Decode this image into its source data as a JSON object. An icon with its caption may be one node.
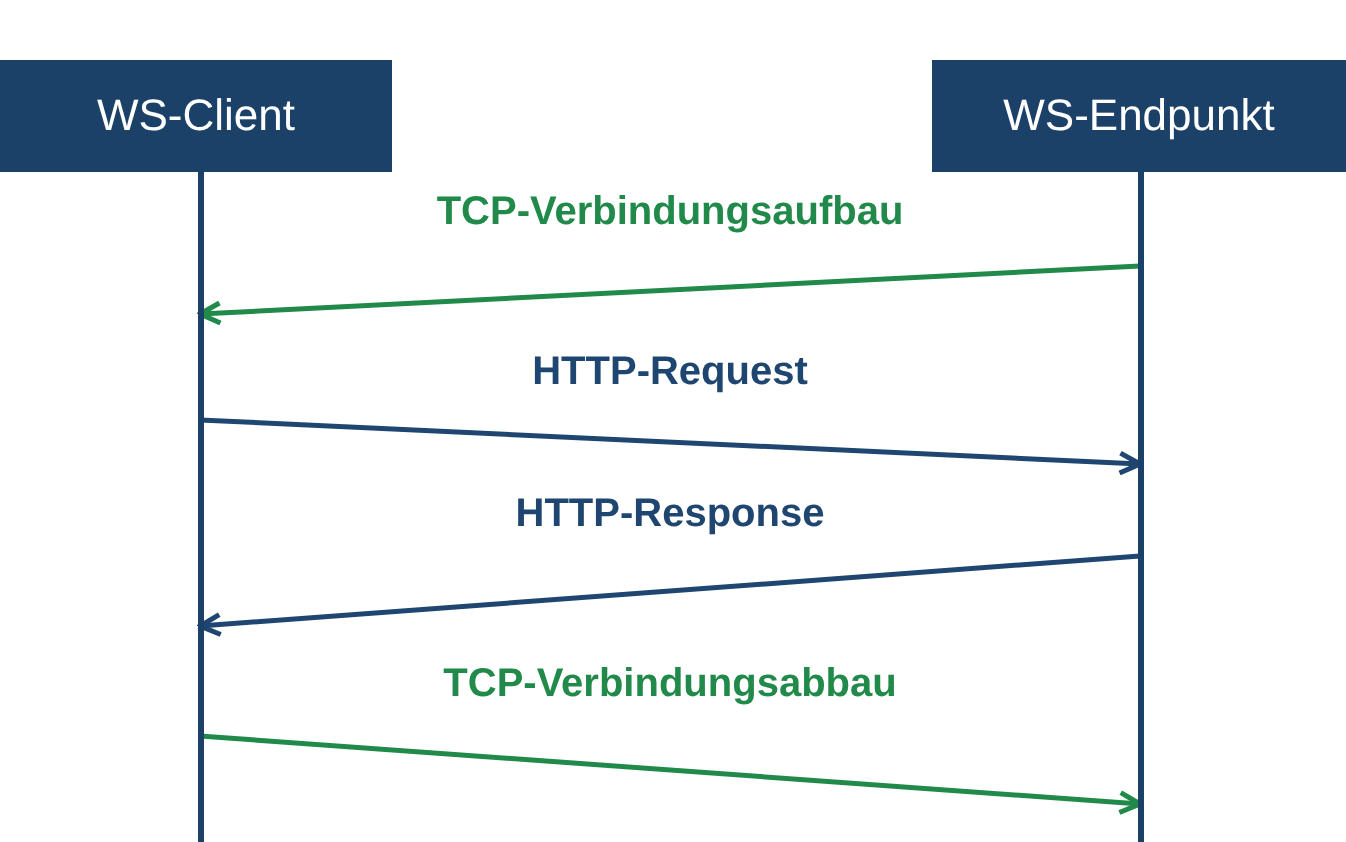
{
  "diagram": {
    "nodes": [
      {
        "text": [
          "WS-Client"
        ]
      },
      {
        "text": [
          "WS-Endpunkt"
        ]
      }
    ],
    "edges": [
      {
        "from": 1,
        "to": 0,
        "arrow": "to",
        "label": "TCP-Verbindungsaufbau",
        "color": "#218a4a"
      },
      {
        "from": 0,
        "to": 1,
        "arrow": "to",
        "label": "HTTP-Request",
        "color": "#1f4670"
      },
      {
        "from": 1,
        "to": 0,
        "arrow": "to",
        "label": "HTTP-Response",
        "color": "#1f4670"
      },
      {
        "from": 0,
        "to": 1,
        "arrow": "to",
        "label": "TCP-Verbindungsabbau",
        "color": "#218a4a"
      }
    ]
  }
}
